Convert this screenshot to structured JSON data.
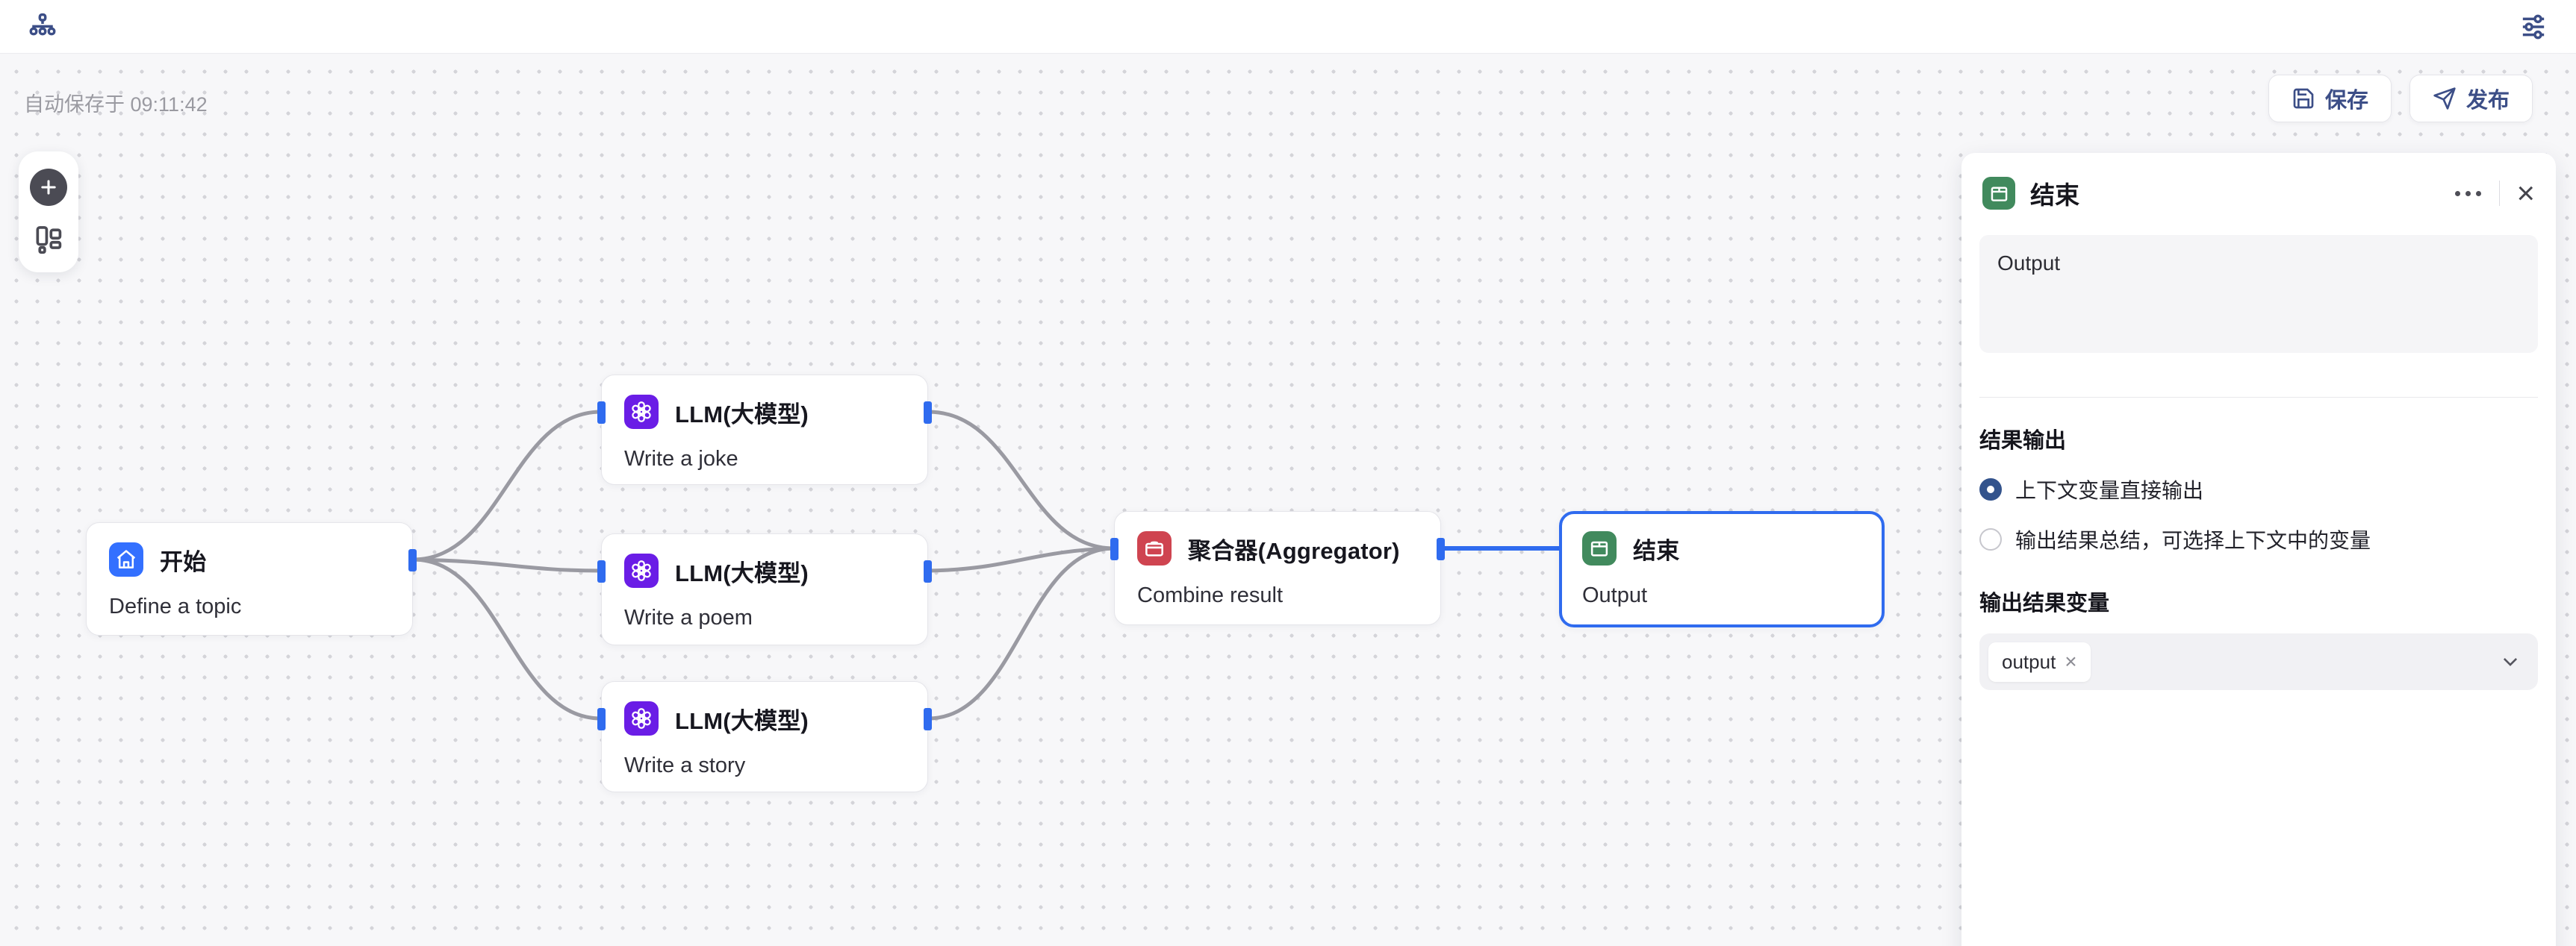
{
  "topbar": {
    "workflow_icon": "org-chart-icon",
    "settings_icon": "sliders-icon"
  },
  "toolbar": {
    "autosave_text": "自动保存于 09:11:42",
    "save_label": "保存",
    "publish_label": "发布"
  },
  "canvas": {
    "nodes": [
      {
        "id": "start",
        "title": "开始",
        "desc": "Define a topic",
        "icon": "home-icon",
        "color": "#3370ff",
        "selected": false
      },
      {
        "id": "llm-1",
        "title": "LLM(大模型)",
        "desc": "Write a joke",
        "icon": "openai-icon",
        "color": "#6a1de6",
        "selected": false
      },
      {
        "id": "llm-2",
        "title": "LLM(大模型)",
        "desc": "Write a poem",
        "icon": "openai-icon",
        "color": "#6a1de6",
        "selected": false
      },
      {
        "id": "llm-3",
        "title": "LLM(大模型)",
        "desc": "Write a story",
        "icon": "openai-icon",
        "color": "#6a1de6",
        "selected": false
      },
      {
        "id": "aggregator",
        "title": "聚合器(Aggregator)",
        "desc": "Combine result",
        "icon": "box-icon",
        "color": "#cf4450",
        "selected": false
      },
      {
        "id": "end",
        "title": "结束",
        "desc": "Output",
        "icon": "package-icon",
        "color": "#418a5d",
        "selected": true
      }
    ],
    "edges": [
      {
        "from": "start",
        "to": "llm-1",
        "color": "#9a9aa2"
      },
      {
        "from": "start",
        "to": "llm-2",
        "color": "#9a9aa2"
      },
      {
        "from": "start",
        "to": "llm-3",
        "color": "#9a9aa2"
      },
      {
        "from": "llm-1",
        "to": "aggregator",
        "color": "#9a9aa2"
      },
      {
        "from": "llm-2",
        "to": "aggregator",
        "color": "#9a9aa2"
      },
      {
        "from": "llm-3",
        "to": "aggregator",
        "color": "#9a9aa2"
      },
      {
        "from": "aggregator",
        "to": "end",
        "color": "#2f6bef"
      }
    ]
  },
  "panel": {
    "title": "结束",
    "more_icon": "ellipsis-icon",
    "close_icon": "close-icon",
    "close_glyph": "×",
    "textarea_value": "Output",
    "section_result_output": "结果输出",
    "radio_options": [
      {
        "label": "上下文变量直接输出",
        "selected": true
      },
      {
        "label": "输出结果总结，可选择上下文中的变量",
        "selected": false
      }
    ],
    "section_output_variable": "输出结果变量",
    "variable_tag": "output",
    "tag_remove_glyph": "×"
  },
  "colors": {
    "accent_blue": "#2f6bef",
    "navy": "#3c4e87",
    "edge_gray": "#9a9aa2",
    "node_start": "#3370ff",
    "node_llm": "#6a1de6",
    "node_aggregator": "#cf4450",
    "node_end": "#418a5d",
    "canvas_bg": "#f7f7f9"
  }
}
